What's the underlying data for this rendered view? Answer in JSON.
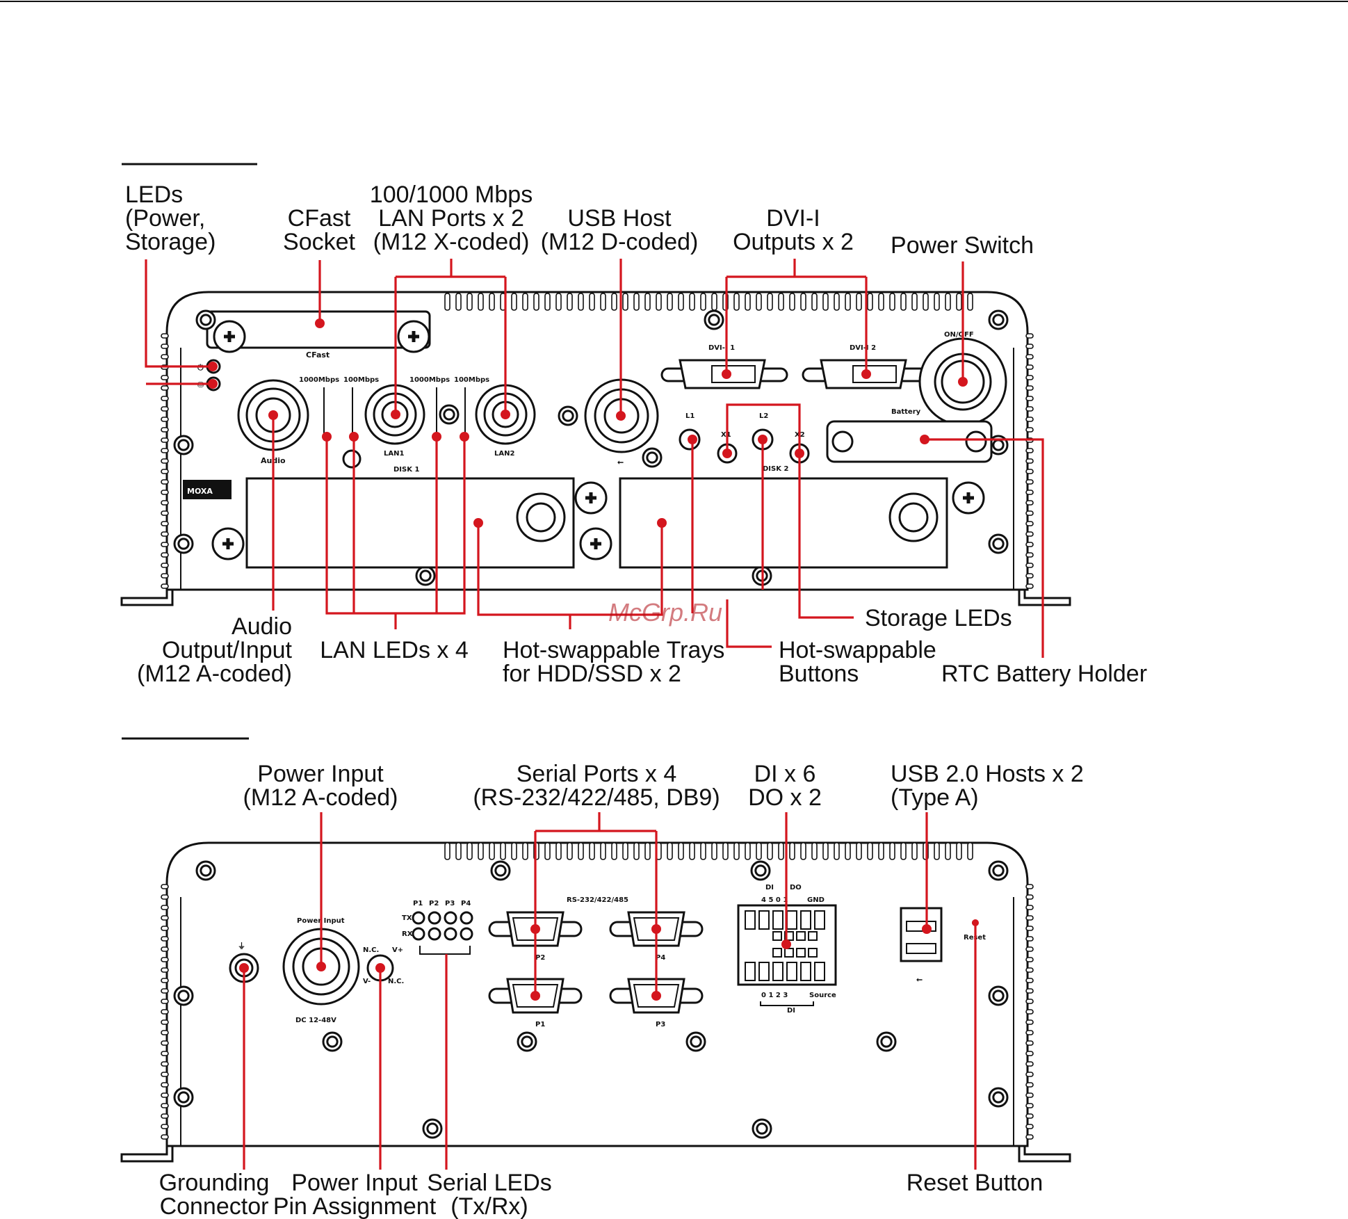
{
  "front_panel": {
    "callouts": {
      "leds": [
        "LEDs",
        "(Power,",
        "Storage)"
      ],
      "cfast": [
        "CFast",
        "Socket"
      ],
      "lan": [
        "100/1000 Mbps",
        "LAN Ports x 2",
        "(M12 X-coded)"
      ],
      "usb": [
        "USB Host",
        "(M12 D-coded)"
      ],
      "dvi": [
        "DVI-I",
        "Outputs x 2"
      ],
      "power_switch": [
        "Power Switch"
      ],
      "audio": [
        "Audio",
        "Output/Input",
        "(M12 A-coded)"
      ],
      "lan_leds": [
        "LAN LEDs x 4"
      ],
      "trays": [
        "Hot-swappable Trays",
        "for HDD/SSD x 2"
      ],
      "storage_leds": [
        "Storage LEDs"
      ],
      "hs_buttons": [
        "Hot-swappable",
        "Buttons"
      ],
      "rtc": [
        "RTC Battery Holder"
      ]
    },
    "labels": {
      "cfast": "CFast",
      "onoff": "ON/OFF",
      "dvi1": "DVI-I 1",
      "dvi2": "DVI-I 2",
      "battery": "Battery",
      "lan_speed_1000": "1000Mbps",
      "lan_speed_100": "100Mbps",
      "lan1": "LAN1",
      "lan2": "LAN2",
      "disk1": "DISK 1",
      "disk2": "DISK 2",
      "audio": "Audio",
      "l1": "L1",
      "l2": "L2",
      "x1": "X1",
      "x2": "X2",
      "brand": "MOXA",
      "power_glyph": "⏻",
      "storage_glyph": "⛁",
      "usb_glyph": "⭠"
    }
  },
  "rear_panel": {
    "callouts": {
      "power_input": [
        "Power Input",
        "(M12 A-coded)"
      ],
      "serial_ports": [
        "Serial Ports x 4",
        "(RS-232/422/485, DB9)"
      ],
      "dio": [
        "DI x 6",
        "DO x 2"
      ],
      "usb": [
        "USB 2.0 Hosts x 2",
        "(Type A)"
      ],
      "grounding": [
        "Grounding",
        "Connector"
      ],
      "pin_assignment": [
        "Power Input",
        "Pin Assignment"
      ],
      "serial_leds": [
        "Serial LEDs",
        "(Tx/Rx)"
      ],
      "reset": [
        "Reset Button"
      ]
    },
    "labels": {
      "power_input": "Power Input",
      "dc": "DC  12-48V",
      "nc": "N.C.",
      "vplus": "V+",
      "vminus": "V-",
      "serial_ports_header": [
        "P1",
        "P2",
        "P3",
        "P4"
      ],
      "tx": "TX",
      "rx": "RX",
      "rs": "RS-232/422/485",
      "p1": "P1",
      "p2": "P2",
      "p3": "P3",
      "p4": "P4",
      "di_top": "DI",
      "do_top": "DO",
      "di_pins_top": "4  5  0  1",
      "gnd": "GND",
      "di_pins_bottom": "0  1  2  3",
      "source": "Source",
      "di_bottom": "DI",
      "reset": "Reset",
      "ground_glyph": "⏚"
    }
  },
  "watermark": "McGrp.Ru",
  "colors": {
    "callout_red": "#d4161e",
    "line": "#111111"
  }
}
